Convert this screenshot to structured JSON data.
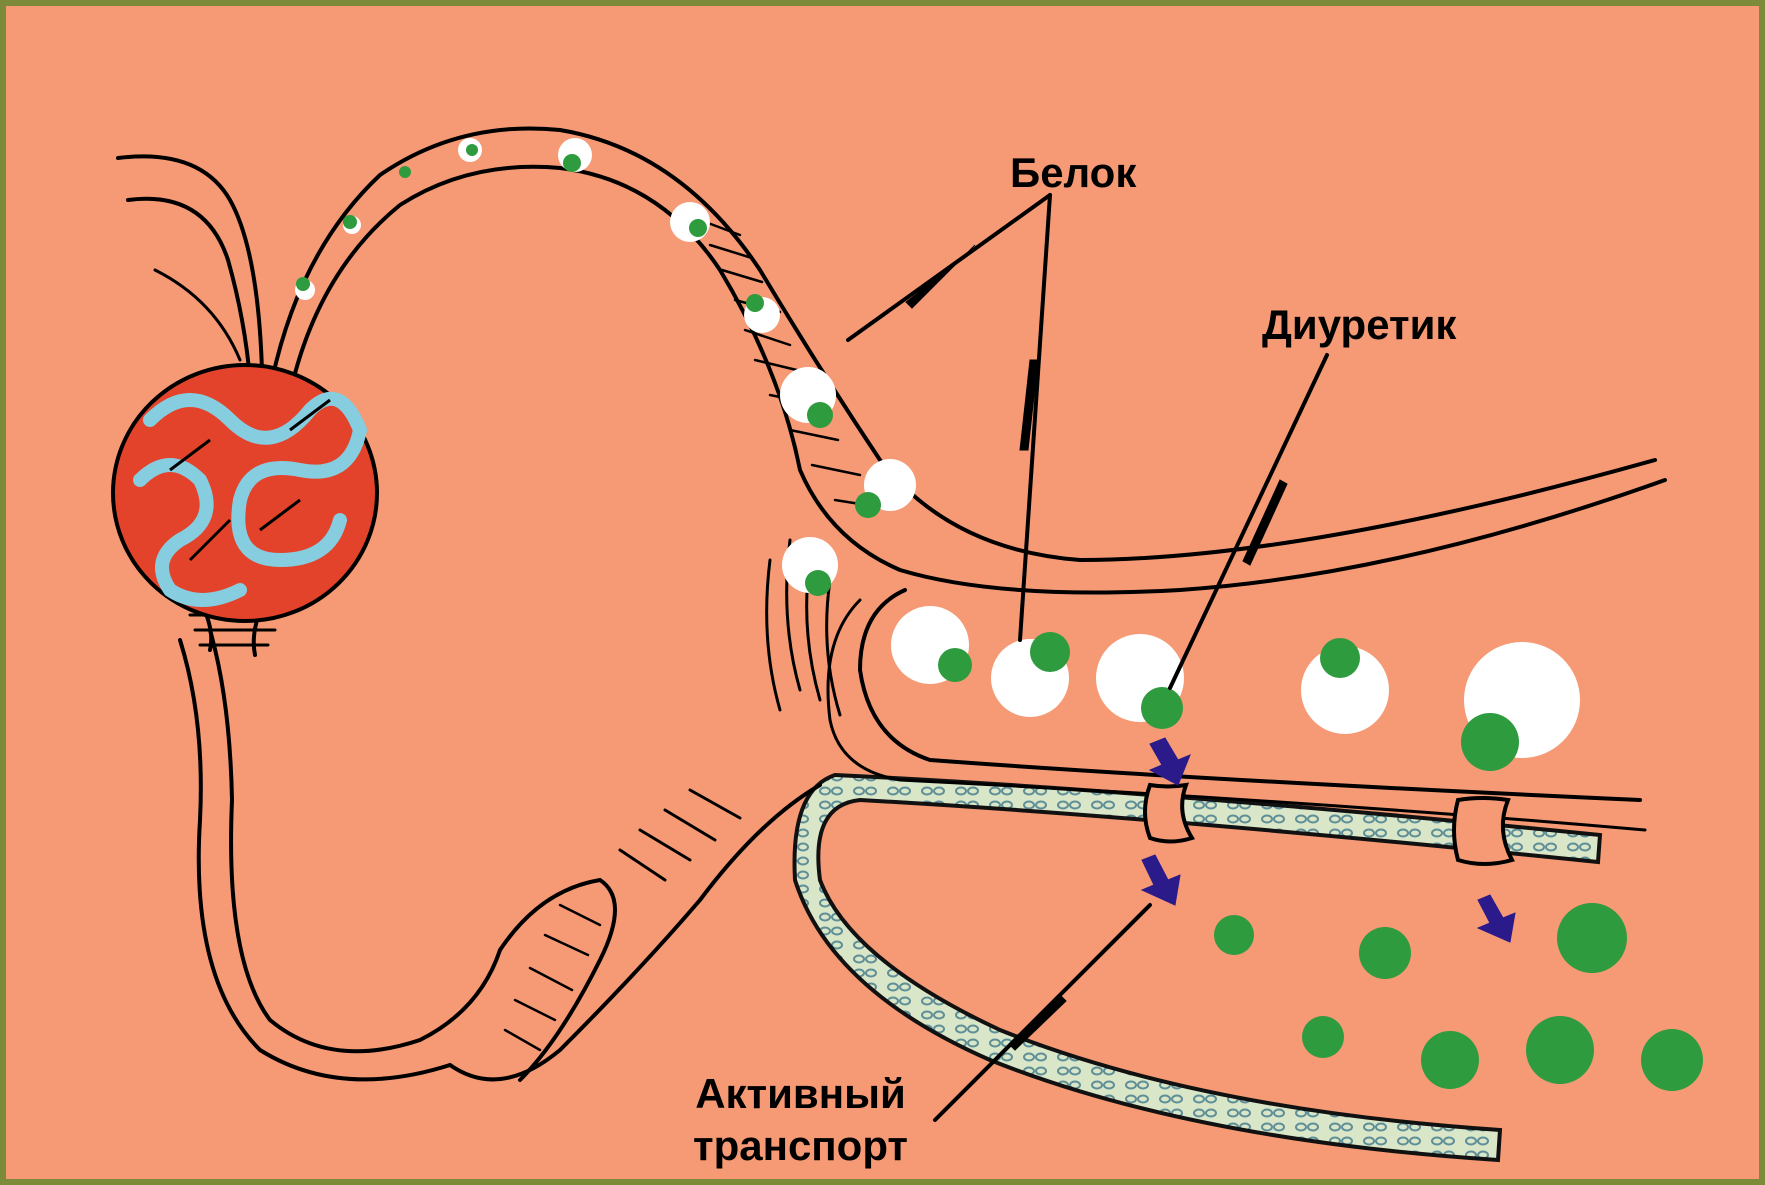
{
  "labels": {
    "protein": "Белок",
    "diuretic": "Диуретик",
    "active_transport_line1": "Активный",
    "active_transport_line2": "транспорт"
  },
  "colors": {
    "background": "#f59a75",
    "frame": "#7d8a3a",
    "drug": "#2e9b3e",
    "protein": "#ffffff",
    "capillary": "#87cde0",
    "glomerulus": "#e2432a",
    "transport_arrow": "#2a1a8a",
    "capillary_wall": "#d9e6c8"
  },
  "icons": {
    "glomerulus": "glomerulus-icon",
    "transporter": "membrane-transporter-icon",
    "arrow": "transport-arrow-icon"
  }
}
